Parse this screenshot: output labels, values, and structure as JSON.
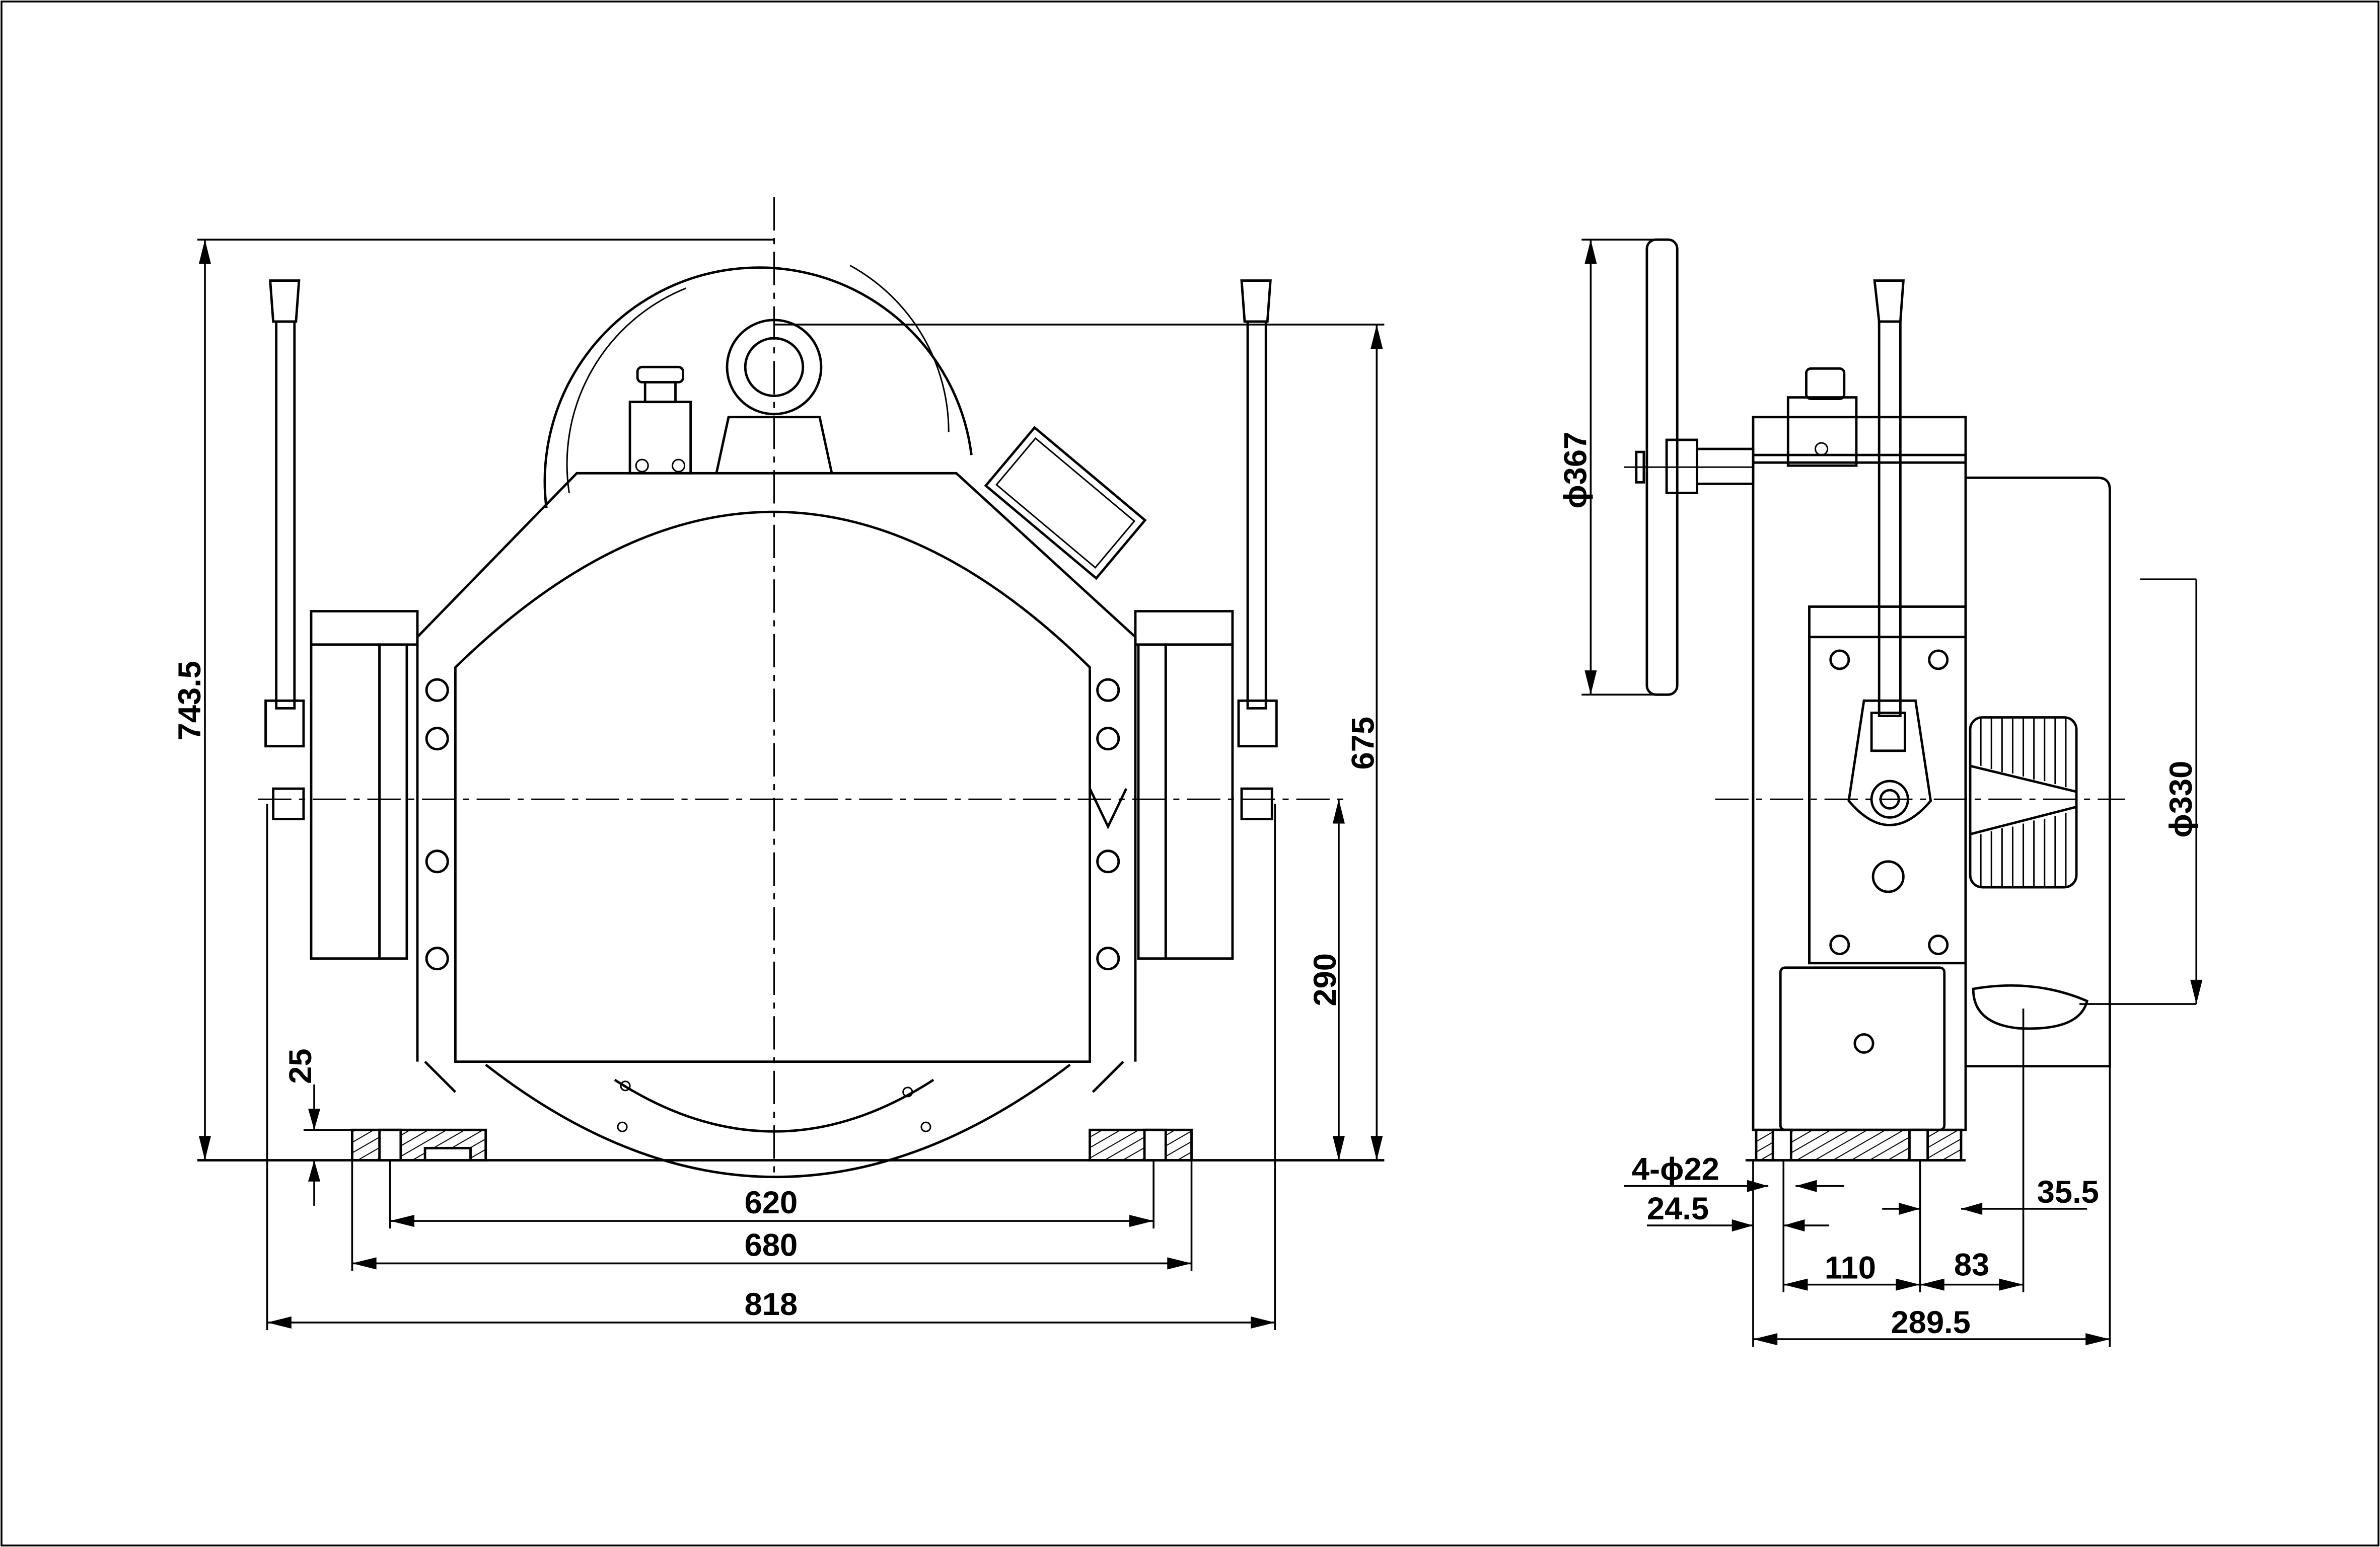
{
  "drawing": {
    "front_view": {
      "dimensions": {
        "overall_height": "743.5",
        "eye_height": "675",
        "shaft_height": "290",
        "base_thickness": "25",
        "bolt_spacing": "620",
        "base_length": "680",
        "overall_width": "818"
      }
    },
    "side_view": {
      "dimensions": {
        "handwheel_diameter": "ϕ367",
        "sheave_diameter": "ϕ330",
        "holes": "4-ϕ22",
        "hole_offset": "24.5",
        "bolt_pitch": "110",
        "sheave_offset": "83",
        "edge_offset": "35.5",
        "overall_depth": "289.5"
      }
    }
  }
}
